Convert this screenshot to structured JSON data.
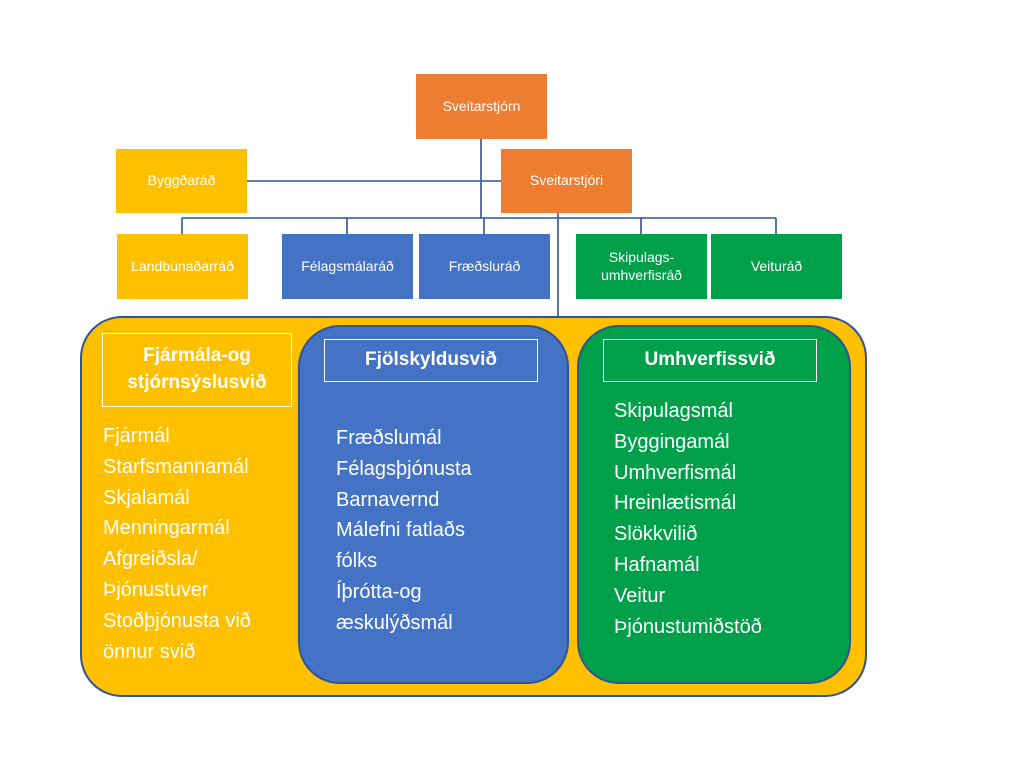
{
  "colors": {
    "orange": "#ED7D31",
    "yellow": "#FFC000",
    "blue": "#4472C4",
    "green": "#00A04A",
    "connector": "#2F5496"
  },
  "top": {
    "sveitarstjorn": "Sveitarstjórn",
    "sveitarstjori": "Sveitarstjóri",
    "byggdarad": "Byggðaráð"
  },
  "committees": {
    "landbunadarrad": "Landbúnaðarráð",
    "felagsmalarad": "Félagsmálaráð",
    "fraedslurad": "Fræðsluráð",
    "skipulags_line1": "Skipulags-",
    "skipulags_line2": "umhverfisráð",
    "veiturad": "Veituráð"
  },
  "divisions": {
    "finance": {
      "title_line1": "Fjármála-og",
      "title_line2": "stjórnsýslusvið",
      "items": [
        "Fjármál",
        "Starfsmannamál",
        "Skjalamál",
        "Menningarmál",
        "Afgreiðsla/",
        "Þjónustuver",
        "Stoðþjónusta við",
        "önnur svið"
      ]
    },
    "family": {
      "title": "Fjölskyldusvið",
      "items": [
        "Fræðslumál",
        "Félagsþjónusta",
        "Barnavernd",
        "Málefni fatlaðs",
        "fólks",
        "Íþrótta-og",
        "æskulýðsmál"
      ]
    },
    "environment": {
      "title": "Umhverfissvið",
      "items": [
        "Skipulagsmál",
        "Byggingamál",
        "Umhverfismál",
        "Hreinlætismál",
        "Slökkvilið",
        "Hafnamál",
        "Veitur",
        "Þjónustumiðstöð"
      ]
    }
  }
}
